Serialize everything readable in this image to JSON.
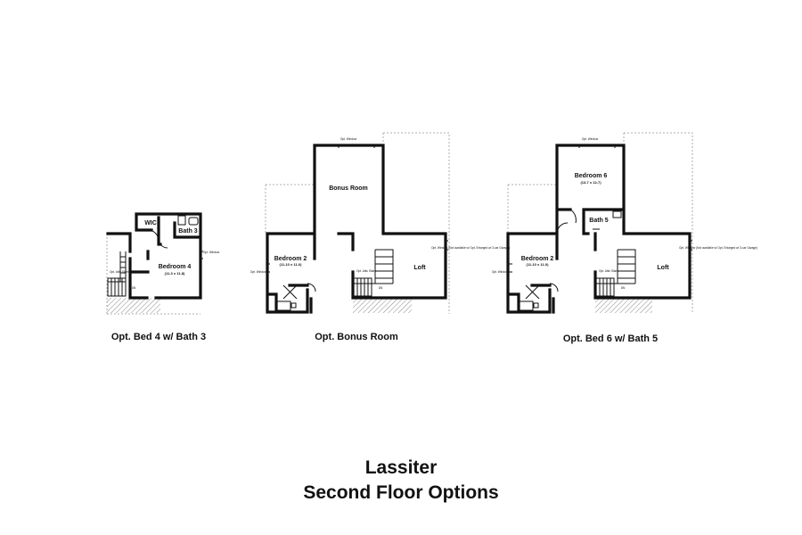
{
  "plans": [
    {
      "caption": "Opt. Bed 4 w/ Bath 3",
      "rooms": [
        {
          "name": "WIC",
          "dims": ""
        },
        {
          "name": "Bath 3",
          "dims": ""
        },
        {
          "name": "Bedroom 4",
          "dims": "(11-3 x 11-8)"
        }
      ],
      "notes": [
        "Opt. Window",
        "Opt. Attic Stairs",
        "DN"
      ]
    },
    {
      "caption": "Opt. Bonus Room",
      "rooms": [
        {
          "name": "Bonus Room",
          "dims": ""
        },
        {
          "name": "Bedroom 2",
          "dims": "(11-10 x 11-0)"
        },
        {
          "name": "Loft",
          "dims": ""
        }
      ],
      "notes": [
        "Opt. Window",
        "Opt. Window",
        "Opt. Attic Stairs",
        "DN",
        "Opt. Window (Not available w/ Opt. Enlarged w/ 3-car Garage)"
      ]
    },
    {
      "caption": "Opt. Bed 6 w/ Bath 5",
      "rooms": [
        {
          "name": "Bedroom 6",
          "dims": "(13-7 x 12-7)"
        },
        {
          "name": "Bath 5",
          "dims": ""
        },
        {
          "name": "Bedroom 2",
          "dims": "(11-10 x 11-0)"
        },
        {
          "name": "Loft",
          "dims": ""
        }
      ],
      "notes": [
        "Opt. Window",
        "Opt. Window",
        "Opt. Attic Stairs",
        "DN",
        "Opt. Window (Not available w/ Opt. Enlarged w/ 3-car Garage)"
      ]
    }
  ],
  "title": {
    "line1": "Lassiter",
    "line2": "Second Floor Options"
  }
}
